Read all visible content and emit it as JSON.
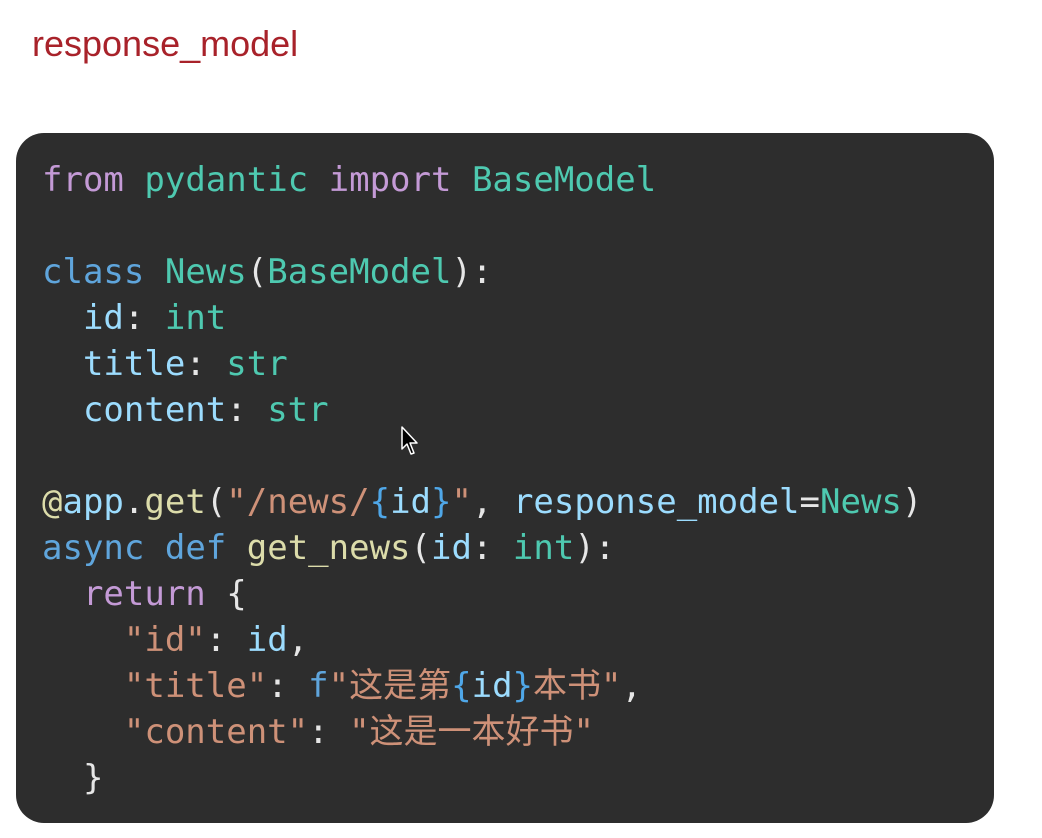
{
  "slide": {
    "title": "response_model"
  },
  "code": {
    "l1": {
      "from": "from",
      "mod": "pydantic",
      "import": "import",
      "cls": "BaseModel"
    },
    "l3": {
      "class": "class",
      "name": "News",
      "open": "(",
      "base": "BaseModel",
      "close": "):"
    },
    "l4": {
      "field": "id",
      "colon": ": ",
      "type": "int"
    },
    "l5": {
      "field": "title",
      "colon": ": ",
      "type": "str"
    },
    "l6": {
      "field": "content",
      "colon": ": ",
      "type": "str"
    },
    "l8": {
      "at": "@",
      "obj": "app",
      "dot": ".",
      "method": "get",
      "open": "(",
      "q1": "\"/news/",
      "b1": "{",
      "param": "id",
      "b2": "}",
      "q2": "\"",
      "comma": ", ",
      "kwarg": "response_model",
      "eq": "=",
      "model": "News",
      "close": ")"
    },
    "l9": {
      "async": "async",
      "def": "def",
      "fname": "get_news",
      "open": "(",
      "param": "id",
      "colon": ": ",
      "type": "int",
      "close": "):"
    },
    "l10": {
      "return": "return",
      "brace": "{"
    },
    "l11": {
      "key": "\"id\"",
      "colon": ": ",
      "val": "id",
      "comma": ","
    },
    "l12": {
      "key": "\"title\"",
      "colon": ": ",
      "f": "f",
      "s1": "\"这是第",
      "b1": "{",
      "param": "id",
      "b2": "}",
      "s2": "本书\"",
      "comma": ","
    },
    "l13": {
      "key": "\"content\"",
      "colon": ": ",
      "val": "\"这是一本好书\""
    },
    "l14": {
      "brace": "}"
    }
  },
  "cursor": {
    "icon": "mouse-pointer-icon"
  },
  "colors": {
    "title": "#a8222a",
    "card_bg": "#2d2d2d",
    "keyword_purple": "#c49ad6",
    "keyword_blue": "#5fa5dc",
    "type_teal": "#4ec9b0",
    "identifier": "#9cdcfe",
    "function": "#dcdcaa",
    "string": "#ce9178"
  }
}
